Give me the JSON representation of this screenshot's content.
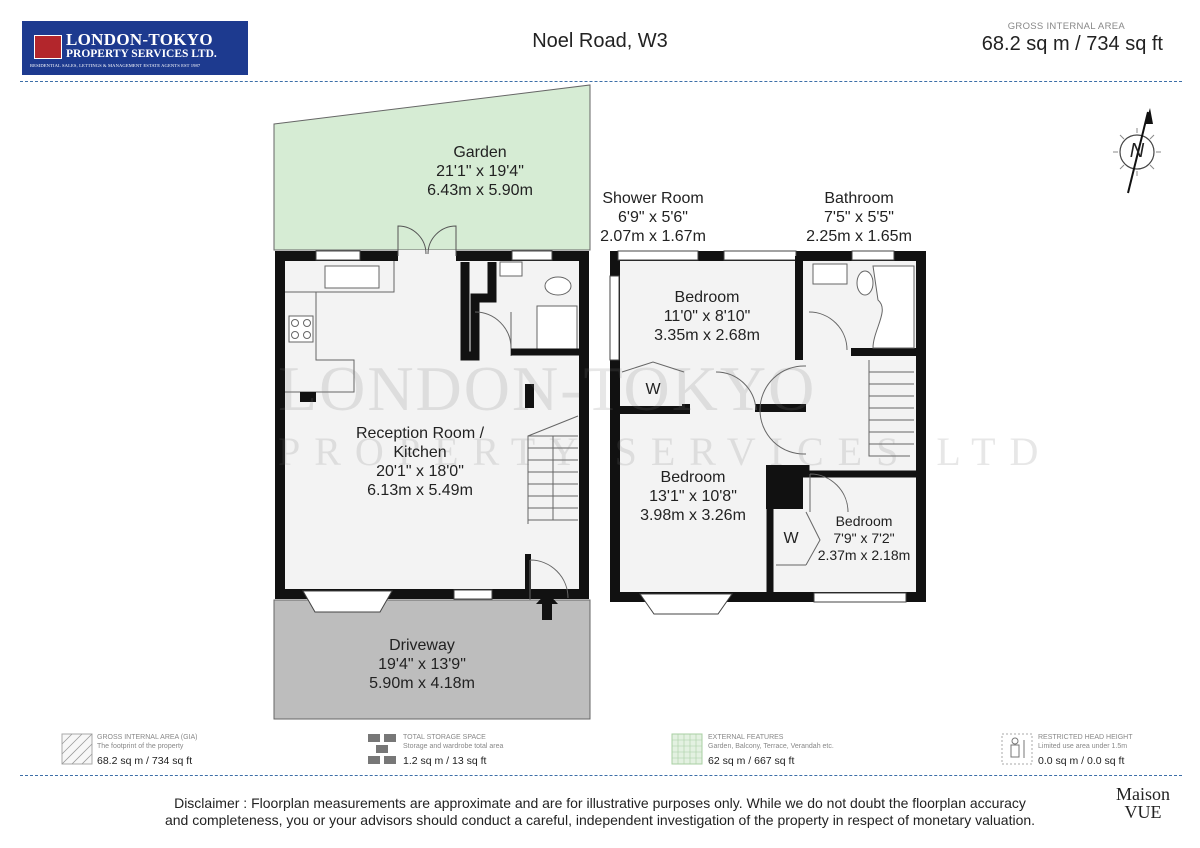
{
  "header": {
    "logo_line1": "LONDON-TOKYO",
    "logo_line2": "PROPERTY SERVICES LTD.",
    "logo_line3": "RESIDENTIAL SALES, LETTINGS & MANAGEMENT ESTATE AGENTS EST 1987",
    "address": "Noel Road, W3",
    "gia_caption": "GROSS INTERNAL AREA",
    "gia_value": "68.2 sq m / 734 sq ft"
  },
  "rooms": {
    "garden": {
      "name": "Garden",
      "imperial": "21'1\" x 19'4\"",
      "metric": "6.43m x 5.90m"
    },
    "reception": {
      "name1": "Reception Room /",
      "name2": "Kitchen",
      "imperial": "20'1\" x 18'0\"",
      "metric": "6.13m x 5.49m"
    },
    "driveway": {
      "name": "Driveway",
      "imperial": "19'4\" x 13'9\"",
      "metric": "5.90m x 4.18m"
    },
    "shower": {
      "name": "Shower Room",
      "imperial": "6'9\" x 5'6\"",
      "metric": "2.07m x 1.67m"
    },
    "bathroom": {
      "name": "Bathroom",
      "imperial": "7'5\" x 5'5\"",
      "metric": "2.25m x 1.65m"
    },
    "bedroom1": {
      "name": "Bedroom",
      "imperial": "11'0\" x 8'10\"",
      "metric": "3.35m x 2.68m"
    },
    "bedroom2": {
      "name": "Bedroom",
      "imperial": "13'1\" x 10'8\"",
      "metric": "3.98m x 3.26m"
    },
    "bedroom3": {
      "name": "Bedroom",
      "imperial": "7'9\" x 7'2\"",
      "metric": "2.37m x 2.18m"
    },
    "wardrobe_label": "W"
  },
  "compass": {
    "label": "N"
  },
  "watermark": {
    "line1": "LONDON-TOKYO",
    "line2": "PROPERTY SERVICES LTD"
  },
  "legend": [
    {
      "title": "GROSS INTERNAL AREA (GIA)",
      "desc": "The footprint of the property",
      "value": "68.2 sq m / 734 sq ft"
    },
    {
      "title": "TOTAL STORAGE SPACE",
      "desc": "Storage and wardrobe total area",
      "value": "1.2 sq m / 13 sq ft"
    },
    {
      "title": "EXTERNAL FEATURES",
      "desc": "Garden, Balcony, Terrace, Verandah etc.",
      "value": "62 sq m / 667 sq ft"
    },
    {
      "title": "RESTRICTED HEAD HEIGHT",
      "desc": "Limited use area under 1.5m",
      "value": "0.0 sq m / 0.0 sq ft"
    }
  ],
  "disclaimer": {
    "line1": "Disclaimer : Floorplan measurements are approximate and are for illustrative purposes only. While we do not doubt the floorplan accuracy",
    "line2": "and completeness, you or your advisors should conduct a careful, independent investigation of the property in respect of monetary valuation."
  },
  "brand": {
    "line1": "Maison",
    "line2": "VUE"
  },
  "colors": {
    "logo_bg": "#1d3a8f",
    "garden": "#d6ecd4",
    "driveway": "#bdbdbd",
    "floor": "#f3f3f3",
    "wall": "#111111",
    "divider": "#3d6fa8"
  }
}
